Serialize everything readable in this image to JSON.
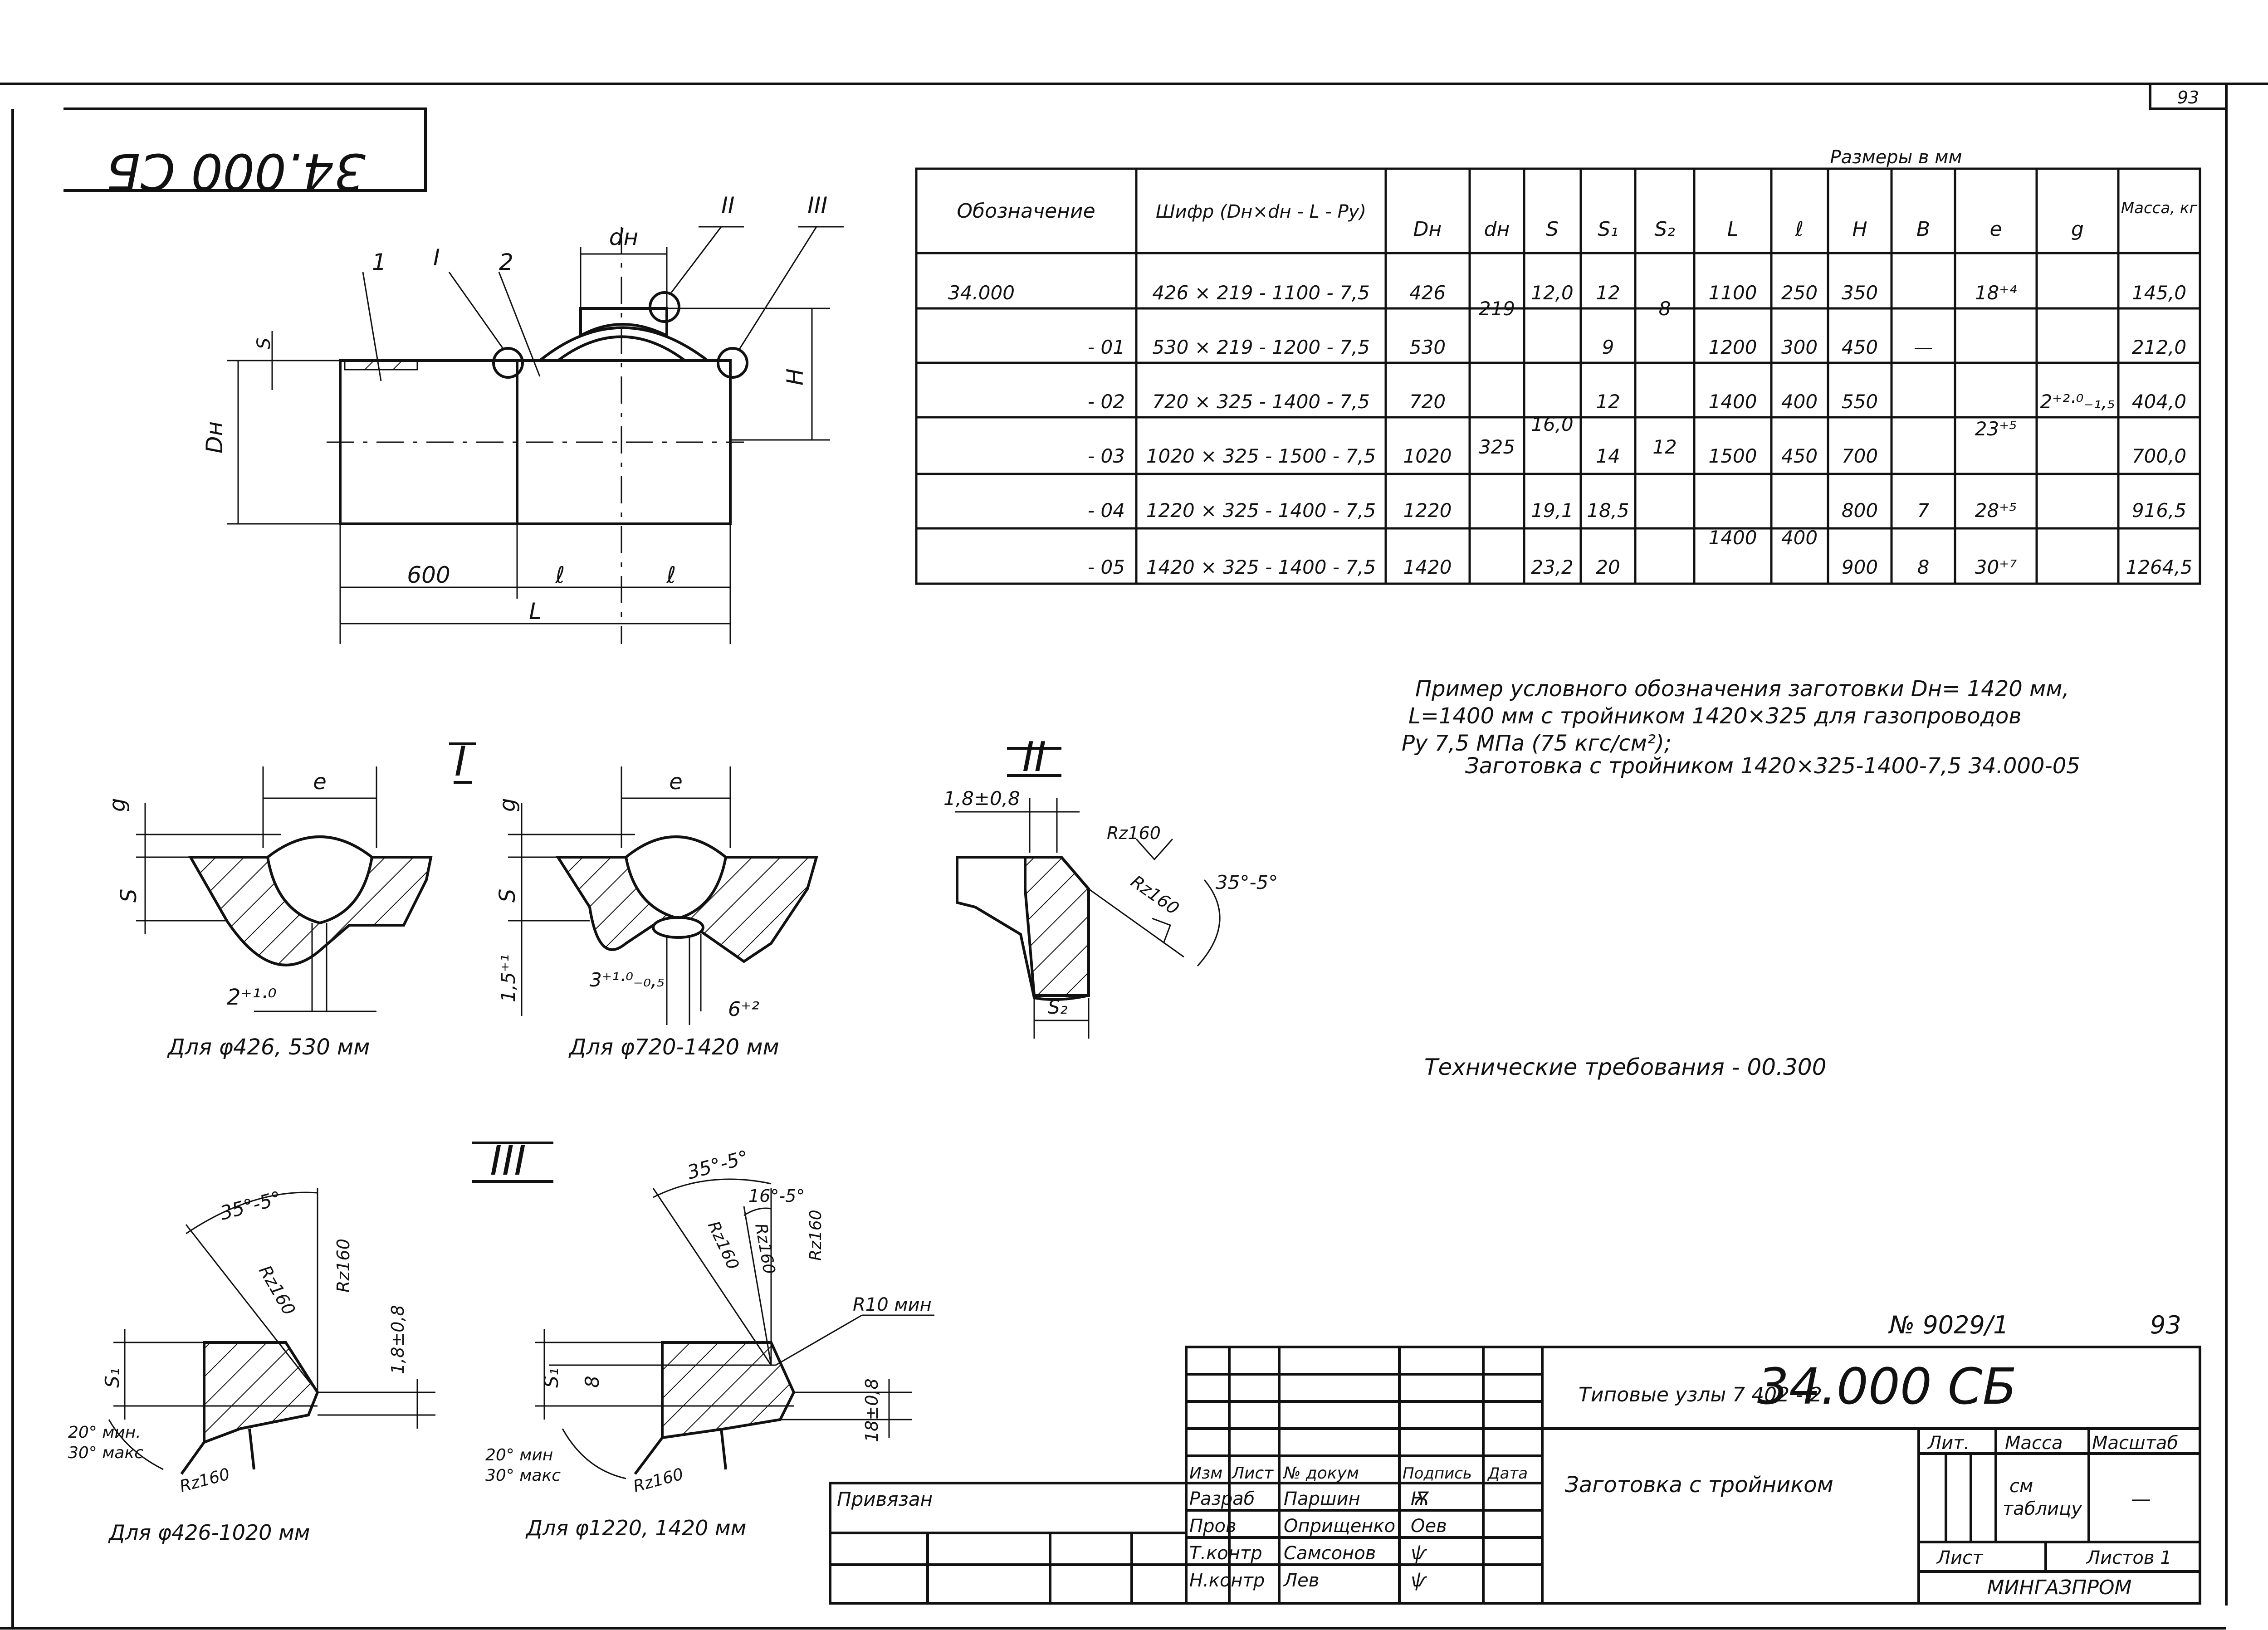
{
  "sheet": {
    "page_number": "93",
    "code_rotated": "34.000 СБ",
    "drawing_number": "№ 9029/1",
    "drawing_sheet": "93"
  },
  "spec_table": {
    "caption": "Размеры в мм",
    "headers": [
      "Обозначение",
      "Шифр (Dн×dн - L - Ру)",
      "Dн",
      "dн",
      "S",
      "S₁",
      "S₂",
      "L",
      "ℓ",
      "H",
      "B",
      "e",
      "g",
      "Масса, кг"
    ],
    "rows": [
      [
        "34.000",
        "426 × 219 - 1100 - 7,5",
        "426",
        "219",
        "12,0",
        "12",
        "8",
        "1100",
        "250",
        "350",
        "",
        "18⁺⁴",
        "2⁺²·⁰₋₁,₅",
        "145,0"
      ],
      [
        "- 01",
        "530 × 219 - 1200 - 7,5",
        "530",
        "",
        "",
        "9",
        "",
        "1200",
        "300",
        "450",
        "—",
        "",
        "",
        "212,0"
      ],
      [
        "- 02",
        "720 × 325 - 1400 - 7,5",
        "720",
        "325",
        "16,0",
        "12",
        "12",
        "1400",
        "400",
        "550",
        "",
        "23⁺⁵",
        "",
        "404,0"
      ],
      [
        "- 03",
        "1020 × 325 - 1500 - 7,5",
        "1020",
        "",
        "",
        "14",
        "",
        "1500",
        "450",
        "700",
        "",
        "",
        "",
        "700,0"
      ],
      [
        "- 04",
        "1220 × 325 - 1400 - 7,5",
        "1220",
        "",
        "19,1",
        "18,5",
        "",
        "1400",
        "400",
        "800",
        "7",
        "28⁺⁵",
        "",
        "916,5"
      ],
      [
        "- 05",
        "1420 × 325 - 1400 - 7,5",
        "1420",
        "",
        "23,2",
        "20",
        "",
        "",
        "",
        "900",
        "8",
        "30⁺⁷",
        "",
        "1264,5"
      ]
    ]
  },
  "example_note": {
    "line1": "Пример условного обозначения заготовки Dн= 1420 мм,",
    "line2": "L=1400 мм с тройником 1420×325 для газопроводов",
    "line3": "Ру 7,5 МПа (75 кгс/см²);",
    "line4": "Заготовка с тройником 1420×325-1400-7,5 34.000-05"
  },
  "tech_requirements": "Технические требования - 00.300",
  "main_view": {
    "labels": {
      "part1": "1",
      "part2": "2",
      "dn": "dн",
      "s": "S",
      "Dn": "Dн",
      "H": "H",
      "dim600": "600",
      "l1": "ℓ",
      "l2": "ℓ",
      "L": "L",
      "roman1": "I",
      "roman2": "II",
      "roman3": "III"
    }
  },
  "detail_I": {
    "title": "I",
    "left": {
      "e": "e",
      "g": "g",
      "s": "S",
      "gap": "2⁺¹·⁰",
      "caption": "Для φ426, 530 мм"
    },
    "right": {
      "e": "e",
      "g": "g",
      "s": "S",
      "root": "1,5⁺¹",
      "gap": "3⁺¹·⁰₋₀,₅",
      "b": "6⁺²",
      "caption": "Для φ720-1420 мм"
    }
  },
  "detail_II": {
    "title": "II",
    "dim": "1,8±0,8",
    "rz1": "Rz160",
    "rz2": "Rz160",
    "angle": "35°-5°",
    "s2": "S₂"
  },
  "detail_III": {
    "title": "III",
    "left": {
      "angle": "35°-5°",
      "rz1": "Rz160",
      "rz2": "Rz160",
      "rz3": "Rz160",
      "dim": "1,8±0,8",
      "s1": "S₁",
      "a1": "20° мин.",
      "a2": "30° макс",
      "caption": "Для φ426-1020 мм"
    },
    "right": {
      "angle": "35°-5°",
      "angle2": "16°-5°",
      "rz1": "Rz160",
      "rz2": "Rz160",
      "rz3": "Rz160",
      "rz4": "Rz160",
      "r10": "R10 мин",
      "s1": "S₁",
      "eight": "8",
      "dim": "18±0,8",
      "a1": "20° мин",
      "a2": "30° макс",
      "caption": "Для φ1220, 1420 мм"
    }
  },
  "title_block": {
    "series": "Типовые узлы 7 402 - 2",
    "designation": "34.000 СБ",
    "name": "Заготовка с тройником",
    "privyazan": "Привязан",
    "col_headers": [
      "Изм",
      "Лист",
      "№ докум",
      "Подпись",
      "Дата"
    ],
    "roles": [
      {
        "role": "Разраб",
        "name": "Паршин",
        "sign": "Ѭ"
      },
      {
        "role": "Пров",
        "name": "Оприщенко",
        "sign": "Оев"
      },
      {
        "role": "Т.контр",
        "name": "Самсонов",
        "sign": "ѱ"
      },
      {
        "role": "Н.контр",
        "name": "Лев",
        "sign": "ѱ"
      }
    ],
    "lit": "Лит.",
    "massa": "Масса",
    "masshtab": "Масштаб",
    "massa_val": "см таблицу",
    "masshtab_val": "—",
    "list": "Лист",
    "listov": "Листов 1",
    "org": "МИНГАЗПРОМ"
  }
}
